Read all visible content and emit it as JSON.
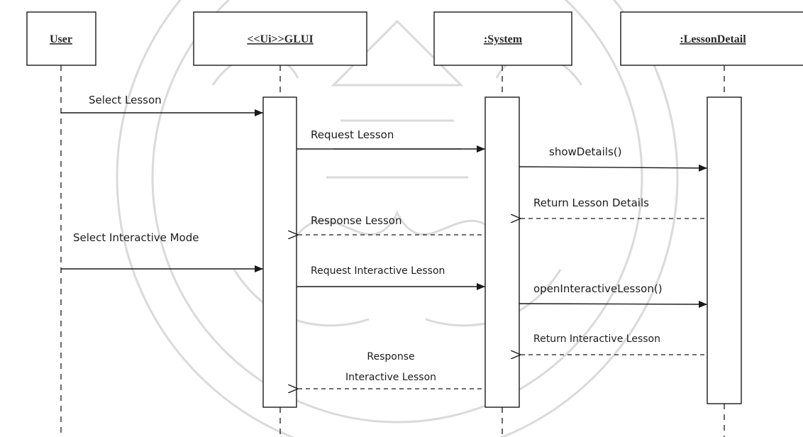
{
  "participants": {
    "user": "User",
    "glui": "<<Ui>>GLUI",
    "system": ":System",
    "lesson_detail": ":LessonDetail"
  },
  "messages": {
    "m1": "Select Lesson",
    "m2": "Request Lesson",
    "m3": "showDetails()",
    "m4": "Return Lesson Details",
    "m5": "Response Lesson",
    "m6": "Select Interactive  Mode",
    "m7": "Request Interactive Lesson",
    "m8": "openInteractiveLesson()",
    "m9": "Return Interactive Lesson",
    "m10_line1": "Response",
    "m10_line2": "Interactive Lesson"
  },
  "colors": {
    "line": "#1a1a1a",
    "watermark": "#d4d4d4"
  }
}
